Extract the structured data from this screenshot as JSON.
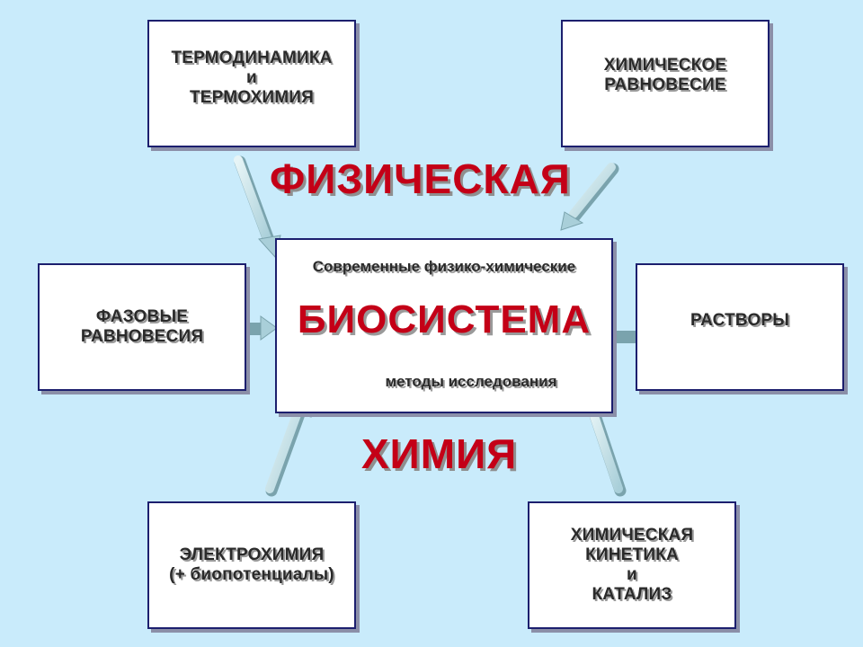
{
  "diagram": {
    "top_label": "ФИЗИЧЕСКАЯ",
    "bottom_label": "ХИМИЯ",
    "center": {
      "top": "Современные физико-химические",
      "main": "БИОСИСТЕМА",
      "bottom": "методы исследования"
    },
    "boxes": {
      "thermo": [
        "ТЕРМОДИНАМИКА",
        "и",
        "ТЕРМОХИМИЯ"
      ],
      "chem_eq": [
        "ХИМИЧЕСКОЕ",
        "РАВНОВЕСИЕ"
      ],
      "phase": [
        "ФАЗОВЫЕ",
        "РАВНОВЕСИЯ"
      ],
      "solutions": [
        "РАСТВОРЫ"
      ],
      "electro": [
        "ЭЛЕКТРОХИМИЯ",
        "(+ биопотенциалы)"
      ],
      "kinetics": [
        "ХИМИЧЕСКАЯ",
        "КИНЕТИКА",
        "и",
        "КАТАЛИЗ"
      ]
    },
    "colors": {
      "background": "#c9ebfb",
      "accent": "#c40017",
      "border": "#1c1f6e",
      "arrow": "#b9dde6"
    }
  }
}
